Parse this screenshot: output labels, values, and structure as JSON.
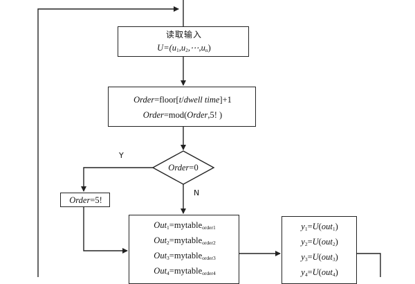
{
  "input_box": {
    "title": "读取输入",
    "formula": [
      "U=(u",
      "1",
      ",u",
      "2",
      ",⋯,u",
      "n",
      ")"
    ]
  },
  "order_box": {
    "line1": [
      "Order",
      "=floor[",
      "t",
      "/",
      "dwell time",
      "]+1"
    ],
    "line2": [
      "Order",
      "=mod(",
      "Order",
      ",5!  )"
    ]
  },
  "decision": {
    "text": [
      "Order",
      "=0"
    ]
  },
  "branches": {
    "yes": "Y",
    "no": "N"
  },
  "side_box": {
    "text": [
      "Order",
      "=5!"
    ]
  },
  "mytable_box": {
    "rows": [
      {
        "lhs": "Out",
        "idx": "1",
        "rhs": "=mytable",
        "sub": "order1"
      },
      {
        "lhs": "Out",
        "idx": "2",
        "rhs": "=mytable",
        "sub": "order2"
      },
      {
        "lhs": "Out",
        "idx": "3",
        "rhs": "=mytable",
        "sub": "order3"
      },
      {
        "lhs": "Out",
        "idx": "4",
        "rhs": "=mytable",
        "sub": "order4"
      }
    ]
  },
  "output_box": {
    "rows": [
      {
        "y": "y",
        "idx": "1",
        "mid": "=",
        "fn": "U",
        "open": "(",
        "arg": "out",
        "ai": "1",
        "close": ")"
      },
      {
        "y": "y",
        "idx": "2",
        "mid": "=",
        "fn": "U",
        "open": "(",
        "arg": "out",
        "ai": "2",
        "close": ")"
      },
      {
        "y": "y",
        "idx": "3",
        "mid": "=",
        "fn": "U",
        "open": "(",
        "arg": "out",
        "ai": "3",
        "close": ")"
      },
      {
        "y": "y",
        "idx": "4",
        "mid": "=",
        "fn": "U",
        "open": "(",
        "arg": "out",
        "ai": "4",
        "close": ")"
      }
    ]
  }
}
